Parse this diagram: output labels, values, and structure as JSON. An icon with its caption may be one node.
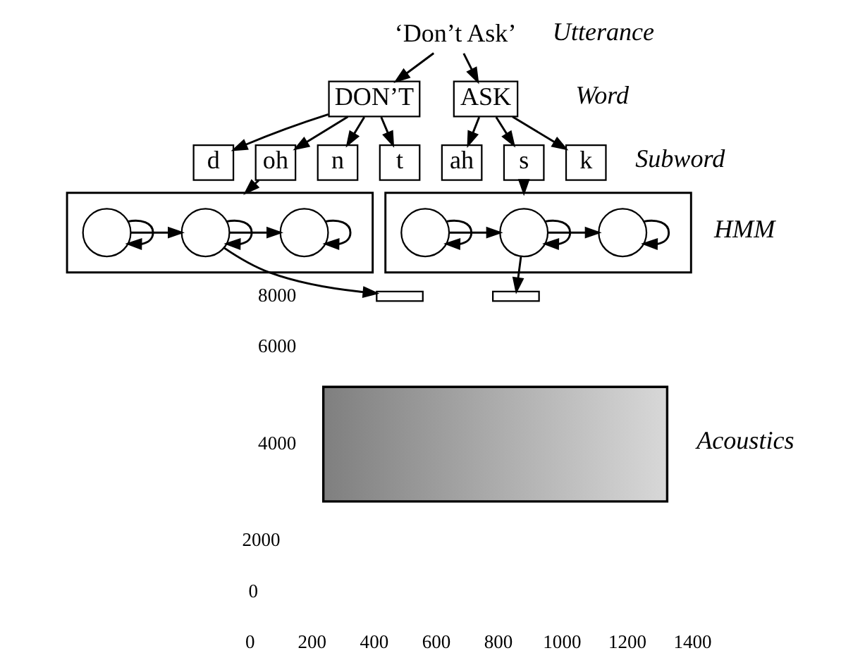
{
  "diagram": {
    "nodes": [
      {
        "text": [
          "‘Don’t Ask’"
        ]
      },
      {
        "text": [
          "DON’T"
        ]
      },
      {
        "text": [
          "ASK"
        ]
      },
      {
        "text": [
          "d"
        ]
      },
      {
        "text": [
          "oh"
        ]
      },
      {
        "text": [
          "n"
        ]
      },
      {
        "text": [
          "t"
        ]
      },
      {
        "text": [
          "ah"
        ]
      },
      {
        "text": [
          "s"
        ]
      },
      {
        "text": [
          "k"
        ]
      },
      {
        "text": [],
        "shape": "box"
      },
      {
        "text": [],
        "shape": "circle",
        "in": 10
      },
      {
        "text": [],
        "shape": "circle",
        "in": 10
      },
      {
        "text": [],
        "shape": "circle",
        "in": 10
      },
      {
        "text": [],
        "shape": "box"
      },
      {
        "text": [],
        "shape": "circle",
        "in": 14
      },
      {
        "text": [],
        "shape": "circle",
        "in": 14
      },
      {
        "text": [],
        "shape": "circle",
        "in": 14
      },
      {
        "text": [],
        "shape": "bar"
      },
      {
        "text": [],
        "shape": "bar"
      },
      {
        "text": [],
        "shape": "picture"
      }
    ],
    "edges": [
      {
        "from": 0,
        "to": 1,
        "arrow": "to"
      },
      {
        "from": 0,
        "to": 2,
        "arrow": "to"
      },
      {
        "from": 1,
        "to": 3,
        "arrow": "to"
      },
      {
        "from": 1,
        "to": 4,
        "arrow": "to"
      },
      {
        "from": 1,
        "to": 5,
        "arrow": "to"
      },
      {
        "from": 1,
        "to": 6,
        "arrow": "to"
      },
      {
        "from": 2,
        "to": 7,
        "arrow": "to"
      },
      {
        "from": 2,
        "to": 8,
        "arrow": "to"
      },
      {
        "from": 2,
        "to": 9,
        "arrow": "to"
      },
      {
        "from": 4,
        "to": 10,
        "arrow": "to"
      },
      {
        "from": 8,
        "to": 14,
        "arrow": "to"
      },
      {
        "from": 11,
        "to": 11,
        "arrow": "to"
      },
      {
        "from": 12,
        "to": 12,
        "arrow": "to"
      },
      {
        "from": 13,
        "to": 13,
        "arrow": "to"
      },
      {
        "from": 11,
        "to": 12,
        "arrow": "to"
      },
      {
        "from": 12,
        "to": 13,
        "arrow": "to"
      },
      {
        "from": 15,
        "to": 15,
        "arrow": "to"
      },
      {
        "from": 16,
        "to": 16,
        "arrow": "to"
      },
      {
        "from": 17,
        "to": 17,
        "arrow": "to"
      },
      {
        "from": 15,
        "to": 16,
        "arrow": "to"
      },
      {
        "from": 16,
        "to": 17,
        "arrow": "to"
      },
      {
        "from": 12,
        "to": 18,
        "arrow": "to"
      },
      {
        "from": 16,
        "to": 19,
        "arrow": "to"
      }
    ],
    "labels": [
      "Utterance",
      "Word",
      "Subword",
      "HMM",
      "Acoustics",
      "8000",
      "6000",
      "4000",
      "2000",
      "0",
      "0",
      "200",
      "400",
      "600",
      "800",
      "1000",
      "1200",
      "1400"
    ]
  }
}
